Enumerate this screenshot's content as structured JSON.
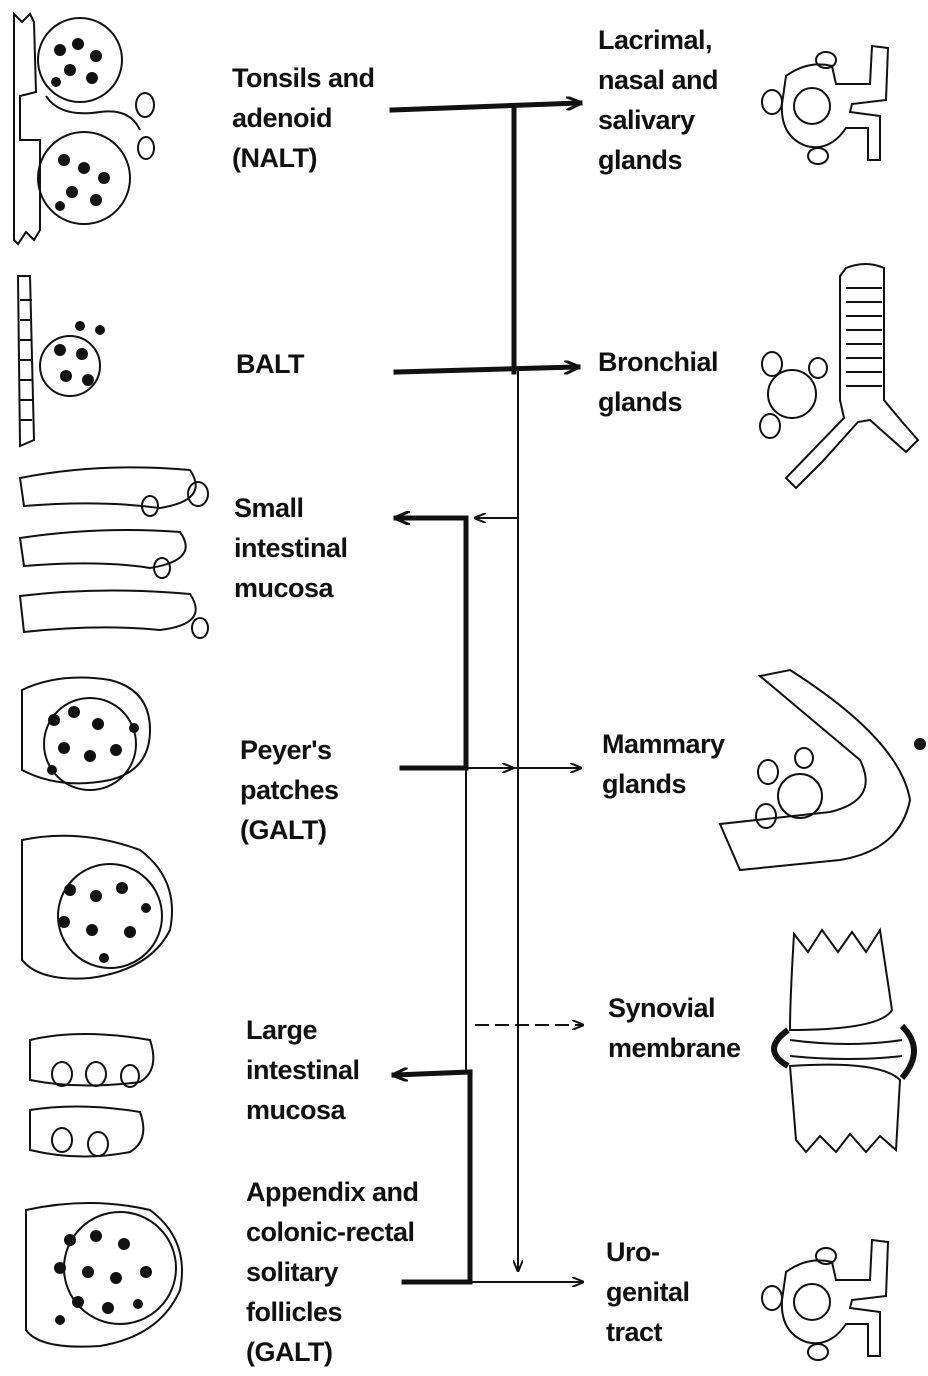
{
  "sources": {
    "nalt": [
      "Tonsils and",
      "adenoid",
      "(NALT)"
    ],
    "balt": [
      "BALT"
    ],
    "small_intestine": [
      "Small",
      "intestinal",
      "mucosa"
    ],
    "peyers": [
      "Peyer's",
      "patches",
      "(GALT)"
    ],
    "large_intestine": [
      "Large",
      "intestinal",
      "mucosa"
    ],
    "appendix": [
      "Appendix and",
      "colonic-rectal",
      "solitary",
      "follicles",
      "(GALT)"
    ]
  },
  "targets": {
    "lacrimal": [
      "Lacrimal,",
      "nasal and",
      "salivary",
      "glands"
    ],
    "bronchial": [
      "Bronchial",
      "glands"
    ],
    "mammary": [
      "Mammary",
      "glands"
    ],
    "synovial": [
      "Synovial",
      "membrane"
    ],
    "urogenital": [
      "Uro-",
      "genital",
      "tract"
    ]
  },
  "colors": {
    "ink": "#111111",
    "paper": "#ffffff"
  }
}
